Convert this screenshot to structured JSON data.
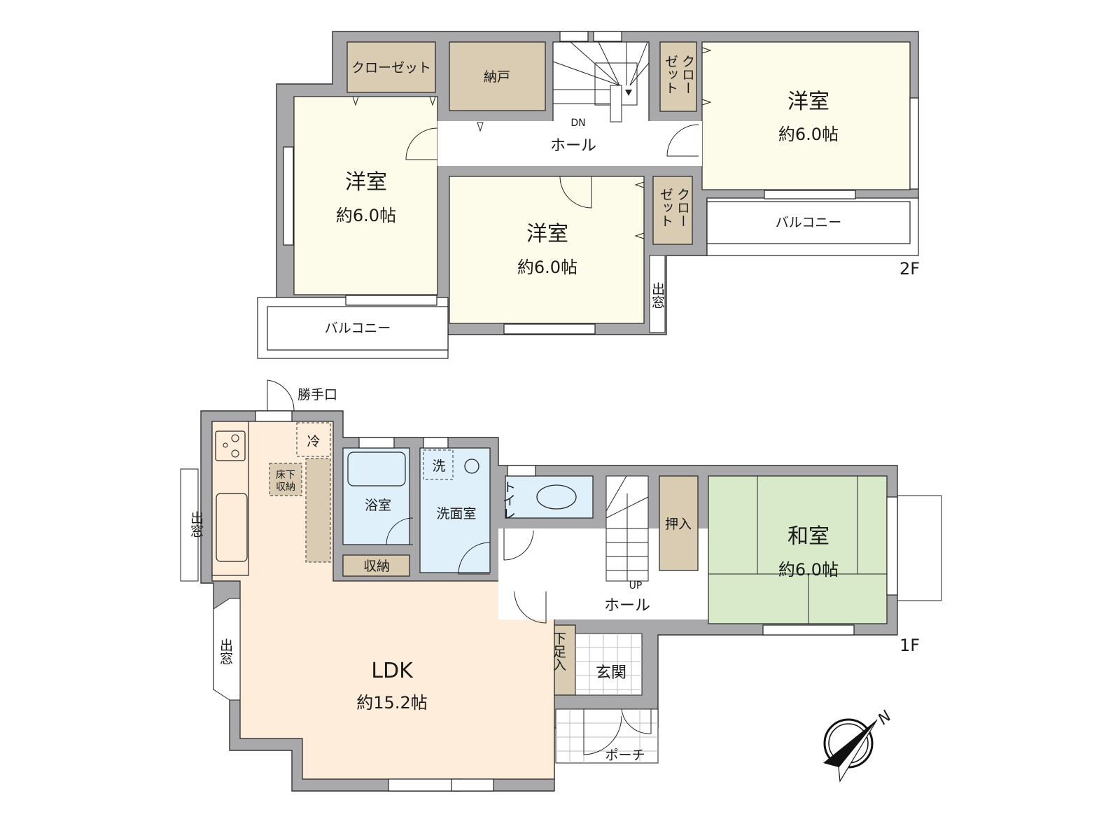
{
  "colors": {
    "wall": "#a9a9ab",
    "western_room": "#fdfbe9",
    "storage": "#d9ccb3",
    "water_area": "#dff0fb",
    "ldk": "#fdedda",
    "tatami": "#d9eacb",
    "hall": "#ffffff"
  },
  "floor2": {
    "label": "2F",
    "rooms": {
      "western_left": {
        "name": "洋室",
        "area": "約6.0帖"
      },
      "western_center": {
        "name": "洋室",
        "area": "約6.0帖"
      },
      "western_right": {
        "name": "洋室",
        "area": "約6.0帖"
      },
      "closet_top": {
        "name": "クローゼット"
      },
      "nando": {
        "name": "納戸"
      },
      "closet_vertical_right_col": "クロー",
      "closet_vertical_left_col": "ゼット",
      "closet2_right_col": "クロー",
      "closet2_left_col": "ゼット",
      "hall": {
        "name": "ホール"
      },
      "stairs_label": "DN",
      "balcony_left": {
        "name": "バルコニー"
      },
      "balcony_right": {
        "name": "バルコニー"
      },
      "bay_window": "出窓"
    }
  },
  "floor1": {
    "label": "1F",
    "rooms": {
      "ldk": {
        "name": "LDK",
        "area": "約15.2帖"
      },
      "washitsu": {
        "name": "和室",
        "area": "約6.0帖"
      },
      "bath": {
        "name": "浴室"
      },
      "washroom": {
        "name": "洗面室"
      },
      "washer": "洗",
      "toilet": "トイレ",
      "storage": {
        "name": "収納"
      },
      "oshiire": {
        "name": "押入"
      },
      "hall": {
        "name": "ホール"
      },
      "stairs_label": "UP",
      "genkan": {
        "name": "玄関"
      },
      "getabako": "下足入",
      "porch": {
        "name": "ポーチ"
      },
      "kitchen_door": "勝手口",
      "fridge": "冷",
      "underfloor_storage_1": "床下",
      "underfloor_storage_2": "収納",
      "bay_window_upper": "出窓",
      "bay_window_lower": "出窓"
    }
  },
  "compass": {
    "label": "N",
    "icon": "north-arrow-icon"
  }
}
